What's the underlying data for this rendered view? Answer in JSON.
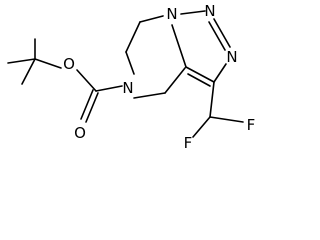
{
  "structure": {
    "atoms": {
      "ester_o": "O",
      "carbonyl_o": "O",
      "n5": "N",
      "n1": "N",
      "n2": "N",
      "n3": "N",
      "f1": "F",
      "f2": "F"
    }
  },
  "colors": {
    "bond": "#000000",
    "label": "#000000",
    "background": "#ffffff"
  }
}
